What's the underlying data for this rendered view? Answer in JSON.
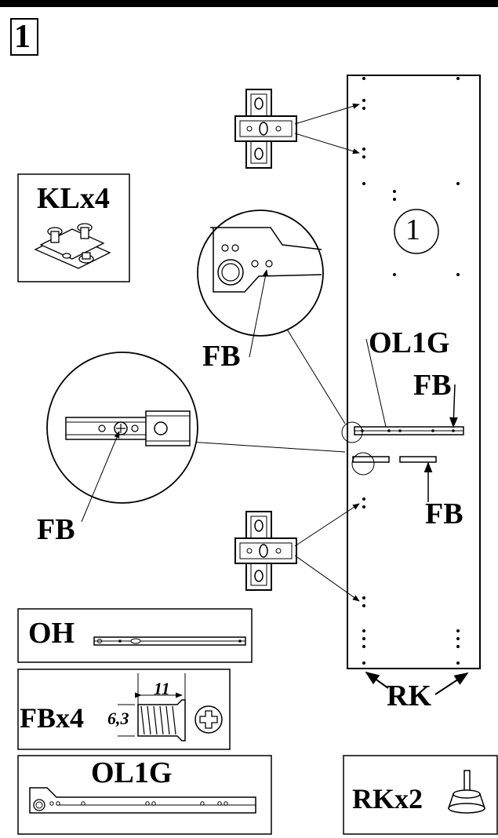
{
  "step": {
    "number": "1"
  },
  "panel": {
    "number": "1"
  },
  "labels": {
    "kl": "KLx4",
    "fb": "FB",
    "ol1g": "OL1G",
    "rk": "RK",
    "oh": "OH",
    "fbx4": "FBx4",
    "ol1g_box": "OL1G",
    "rkx2": "RKx2",
    "dim_length": "11",
    "dim_diameter": "6,3"
  },
  "icons": [
    "hinge-plate-icon",
    "hinge-kit-icon",
    "drawer-runner-icon",
    "screw-icon",
    "phillips-head-icon",
    "adjustable-foot-icon"
  ]
}
